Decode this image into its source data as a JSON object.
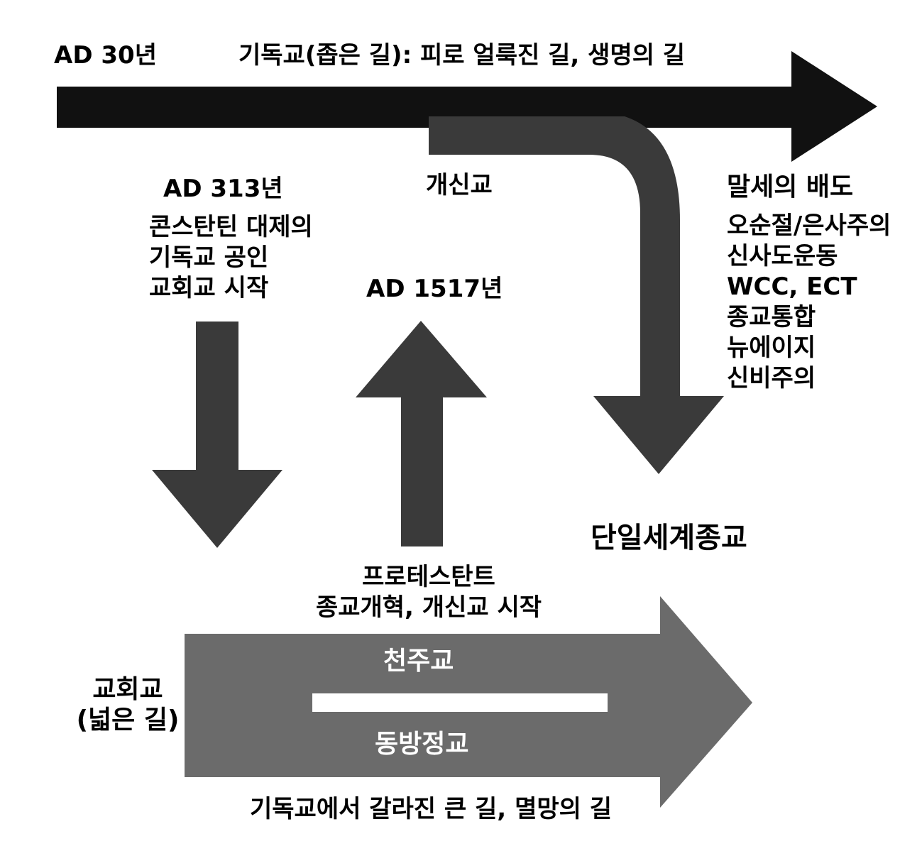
{
  "top": {
    "year": "AD 30년",
    "title": "기독교(좁은 길): 피로 얼룩진 길, 생명의 길"
  },
  "left_branch": {
    "year": "AD 313년",
    "lines": [
      "콘스탄틴 대제의",
      "기독교 공인",
      "교회교 시작"
    ]
  },
  "middle_branch": {
    "label": "개신교",
    "year": "AD 1517년",
    "lines": [
      "프로테스탄트",
      "종교개혁, 개신교 시작"
    ]
  },
  "right_branch": {
    "title": "말세의 배도",
    "items": [
      "오순절/은사주의",
      "신사도운동",
      "WCC, ECT",
      "종교통합",
      "뉴에이지",
      "신비주의"
    ],
    "destination": "단일세계종교"
  },
  "bottom": {
    "left_label_lines": [
      "교회교",
      "(넓은 길)"
    ],
    "upper": "천주교",
    "lower": "동방정교",
    "caption": "기독교에서 갈라진 큰 길, 멸망의 길"
  },
  "colors": {
    "black_arrow": "#111111",
    "dark_arrow": "#3a3a3a",
    "gray_arrow": "#6b6b6b",
    "divider": "#ffffff"
  }
}
